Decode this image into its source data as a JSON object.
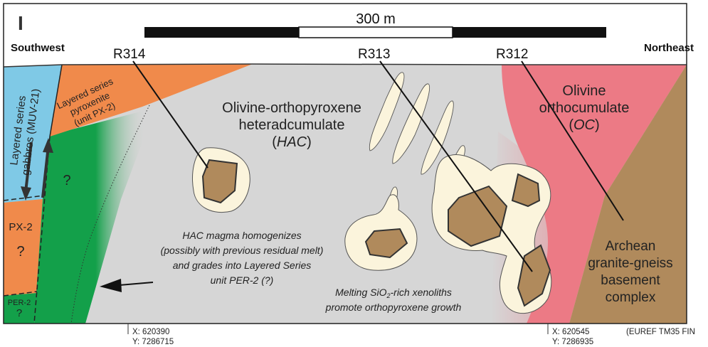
{
  "panel_label": "I",
  "scale_bar": {
    "label": "300 m"
  },
  "directions": {
    "left": "Southwest",
    "right": "Northeast"
  },
  "drillholes": [
    "R314",
    "R313",
    "R312"
  ],
  "units": {
    "muv21": [
      "Layered series",
      "gabbros (MUV-21)"
    ],
    "px2_layered": [
      "Layered series",
      "pyroxenite",
      "(unit PX-2)"
    ],
    "hac": {
      "line1": "Olivine-orthopyroxene",
      "line2": "heteradcumulate",
      "abbr": "HAC"
    },
    "oc": {
      "line1": "Olivine",
      "line2": "orthocumulate",
      "abbr": "OC"
    },
    "basement": [
      "Archean",
      "granite-gneiss",
      "basement",
      "complex"
    ],
    "px2": "PX-2",
    "per2": "PER-2",
    "question": "?"
  },
  "annotations": {
    "hac_magma": [
      "HAC magma homogenizes",
      "(possibly with previous residual melt)",
      "and grades into Layered Series",
      "unit PER-2 (?)"
    ],
    "xenoliths": {
      "line1_a": "Melting SiO",
      "line1_sub": "2",
      "line1_b": "-rich xenoliths",
      "line2": "promote orthopyroxene growth"
    }
  },
  "coordinates": {
    "left": {
      "x": "X: 620390",
      "y": "Y: 7286715"
    },
    "right": {
      "x": "X: 620545",
      "y": "Y: 7286935"
    },
    "crs": "(EUREF TM35 FIN"
  },
  "colors": {
    "hac": "#d6d6d6",
    "gabbro": "#7fc9e6",
    "pyroxenite": "#f08a4b",
    "peridotite": "#13a04a",
    "oc": "#ec7a85",
    "basement": "#b08a5c",
    "xenolith_rim": "#fbf4dc"
  }
}
